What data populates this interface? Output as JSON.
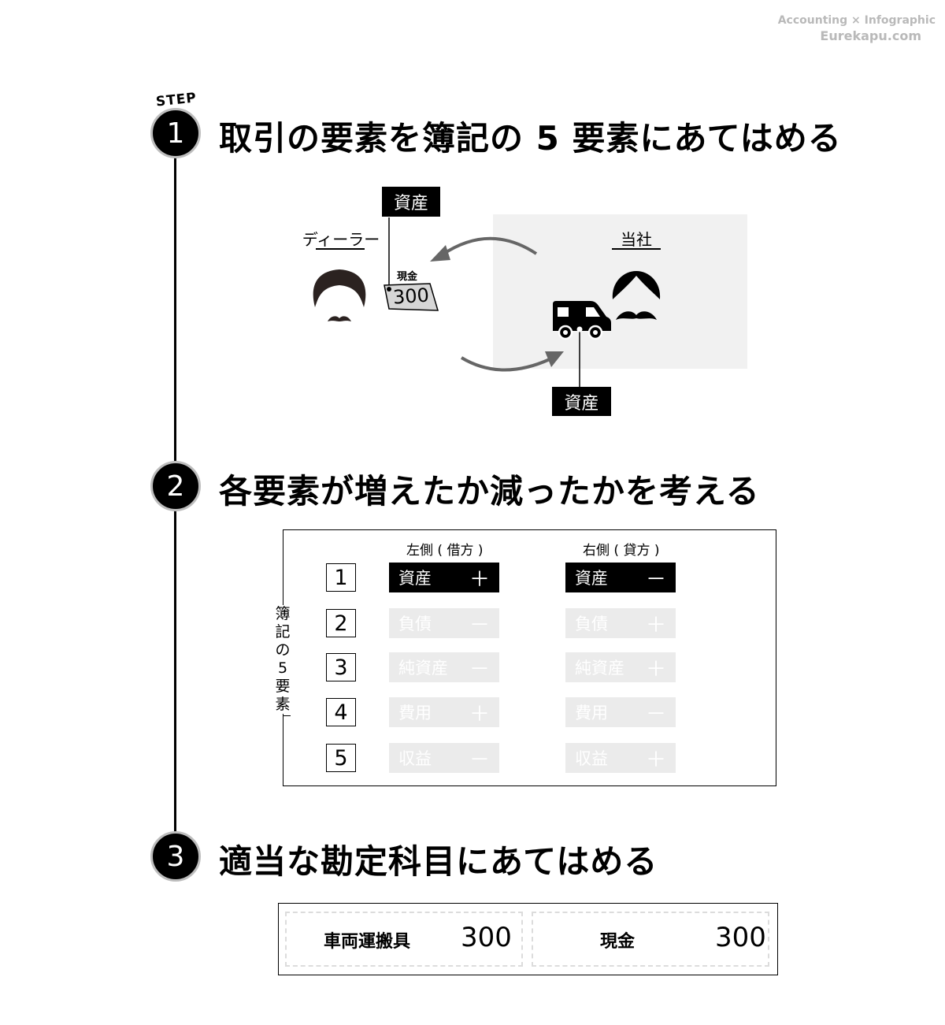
{
  "watermark": {
    "line1": "Accounting × Infographic",
    "line2": "Eurekapu.com"
  },
  "step_label": "STEP",
  "steps": [
    {
      "number": "1",
      "title": "取引の要素を簿記の 5 要素にあてはめる"
    },
    {
      "number": "2",
      "title": "各要素が増えたか減ったかを考える"
    },
    {
      "number": "3",
      "title": "適当な勘定科目にあてはめる"
    }
  ],
  "diagram": {
    "dealer_label": "ディーラー",
    "company_label": "当社",
    "cash_caption": "現金",
    "cash_amount": "300",
    "asset_tag_cash": "資産",
    "asset_tag_car": "資産"
  },
  "table": {
    "vertical_label": [
      "簿",
      "記",
      "の",
      "5",
      "要",
      "素"
    ],
    "left_header": "左側 ( 借方 )",
    "right_header": "右側 ( 貸方 )",
    "rows": [
      {
        "num": "1",
        "name": "資産",
        "left_sign": "＋",
        "right_sign": "－",
        "active": true
      },
      {
        "num": "2",
        "name": "負債",
        "left_sign": "－",
        "right_sign": "＋",
        "active": false
      },
      {
        "num": "3",
        "name": "純資産",
        "left_sign": "－",
        "right_sign": "＋",
        "active": false
      },
      {
        "num": "4",
        "name": "費用",
        "left_sign": "＋",
        "right_sign": "－",
        "active": false
      },
      {
        "num": "5",
        "name": "収益",
        "left_sign": "－",
        "right_sign": "＋",
        "active": false
      }
    ]
  },
  "journal": {
    "debit": {
      "account": "車両運搬具",
      "amount": "300"
    },
    "credit": {
      "account": "現金",
      "amount": "300"
    }
  },
  "colors": {
    "active_cell": "#000000",
    "inactive_cell": "#ebebeb",
    "company_bg": "#f1f1f1",
    "arrow": "#666666"
  }
}
